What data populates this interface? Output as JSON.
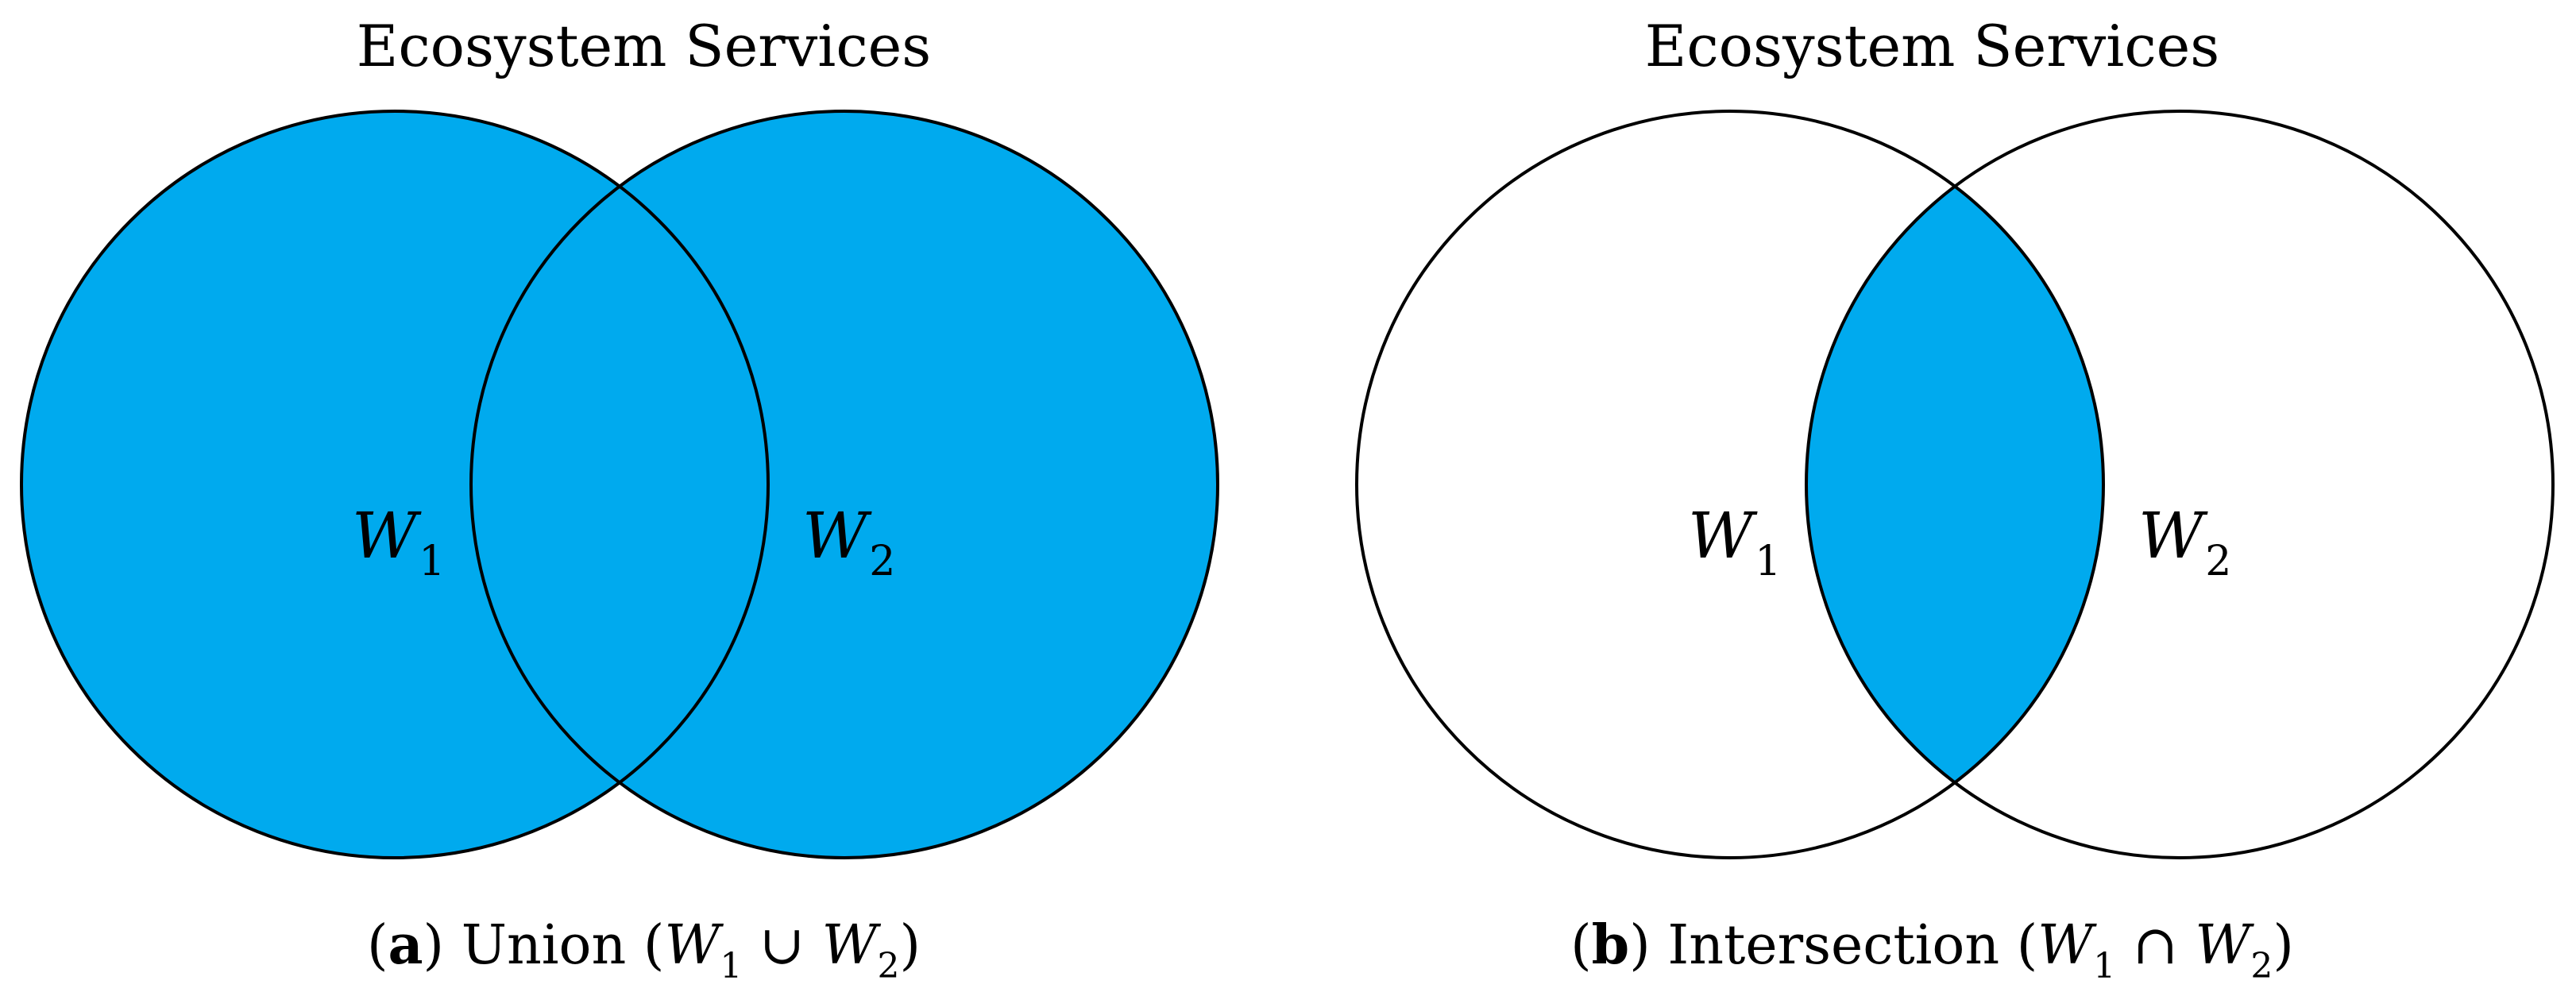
{
  "colors": {
    "fill": "#00aaee",
    "stroke": "#000000",
    "background": "#ffffff"
  },
  "panels": [
    {
      "title": "Ecosystem Services",
      "set1": {
        "letter": "W",
        "sub": "1"
      },
      "set2": {
        "letter": "W",
        "sub": "2"
      },
      "caption": {
        "tag": "a",
        "text": "Union",
        "expr_w1": "W",
        "expr_w1_sub": "1",
        "operator": "∪",
        "expr_w2": "W",
        "expr_w2_sub": "2"
      },
      "shaded_region": "union"
    },
    {
      "title": "Ecosystem Services",
      "set1": {
        "letter": "W",
        "sub": "1"
      },
      "set2": {
        "letter": "W",
        "sub": "2"
      },
      "caption": {
        "tag": "b",
        "text": "Intersection",
        "expr_w1": "W",
        "expr_w1_sub": "1",
        "operator": "∩",
        "expr_w2": "W",
        "expr_w2_sub": "2"
      },
      "shaded_region": "intersection"
    }
  ]
}
